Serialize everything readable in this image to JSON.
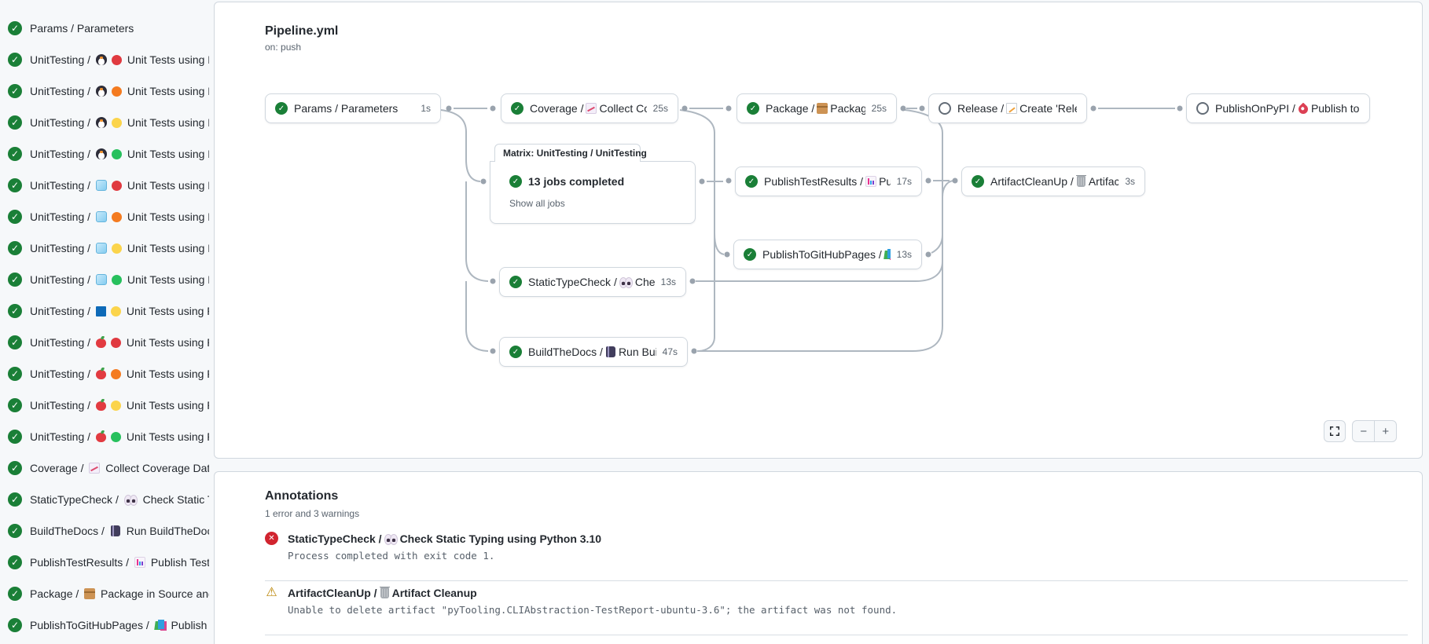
{
  "colors": {
    "success_green": "#1a7f37",
    "error_red": "#d1242f",
    "warning_amber": "#bf8700",
    "border": "#d0d7de",
    "edge_gray": "#aeb7c0",
    "text": "#24292f",
    "muted": "#59636e",
    "card_bg": "#ffffff",
    "page_bg": "#f6f8fa"
  },
  "sidebar": {
    "jobs": [
      {
        "status": "success",
        "pre": "Params / Parameters",
        "icons": [],
        "post": ""
      },
      {
        "status": "success",
        "pre": "UnitTesting /",
        "icons": [
          "penguin",
          "circle-red"
        ],
        "post": "Unit Tests using Pyth..."
      },
      {
        "status": "success",
        "pre": "UnitTesting /",
        "icons": [
          "penguin",
          "circle-orange"
        ],
        "post": "Unit Tests using Pyth..."
      },
      {
        "status": "success",
        "pre": "UnitTesting /",
        "icons": [
          "penguin",
          "circle-yellow"
        ],
        "post": "Unit Tests using Pyth..."
      },
      {
        "status": "success",
        "pre": "UnitTesting /",
        "icons": [
          "penguin",
          "circle-green"
        ],
        "post": "Unit Tests using Pyth..."
      },
      {
        "status": "success",
        "pre": "UnitTesting /",
        "icons": [
          "ice",
          "circle-red"
        ],
        "post": "Unit Tests using Pyth..."
      },
      {
        "status": "success",
        "pre": "UnitTesting /",
        "icons": [
          "ice",
          "circle-orange"
        ],
        "post": "Unit Tests using Pyth..."
      },
      {
        "status": "success",
        "pre": "UnitTesting /",
        "icons": [
          "ice",
          "circle-yellow"
        ],
        "post": "Unit Tests using Pyth..."
      },
      {
        "status": "success",
        "pre": "UnitTesting /",
        "icons": [
          "ice",
          "circle-green"
        ],
        "post": "Unit Tests using Pyth..."
      },
      {
        "status": "success",
        "pre": "UnitTesting /",
        "icons": [
          "windows",
          "circle-yellow"
        ],
        "post": "Unit Tests using Pyth..."
      },
      {
        "status": "success",
        "pre": "UnitTesting /",
        "icons": [
          "apple",
          "circle-red"
        ],
        "post": "Unit Tests using Pyth..."
      },
      {
        "status": "success",
        "pre": "UnitTesting /",
        "icons": [
          "apple",
          "circle-orange"
        ],
        "post": "Unit Tests using Pyth..."
      },
      {
        "status": "success",
        "pre": "UnitTesting /",
        "icons": [
          "apple",
          "circle-yellow"
        ],
        "post": "Unit Tests using Pyth..."
      },
      {
        "status": "success",
        "pre": "UnitTesting /",
        "icons": [
          "apple",
          "circle-green"
        ],
        "post": "Unit Tests using Pyth..."
      },
      {
        "status": "success",
        "pre": "Coverage /",
        "icons": [
          "chart-up"
        ],
        "post": "Collect Coverage Data usi..."
      },
      {
        "status": "success",
        "pre": "StaticTypeCheck /",
        "icons": [
          "eyes"
        ],
        "post": "Check Static Typing..."
      },
      {
        "status": "success",
        "pre": "BuildTheDocs /",
        "icons": [
          "notebook"
        ],
        "post": "Run BuildTheDocs"
      },
      {
        "status": "success",
        "pre": "PublishTestResults /",
        "icons": [
          "barchart"
        ],
        "post": "Publish Test Resu..."
      },
      {
        "status": "success",
        "pre": "Package /",
        "icons": [
          "box"
        ],
        "post": "Package in Source and Wh..."
      },
      {
        "status": "success",
        "pre": "PublishToGitHubPages /",
        "icons": [
          "books"
        ],
        "post": "Publish to G..."
      }
    ]
  },
  "pipeline": {
    "title": "Pipeline.yml",
    "trigger": "on: push",
    "matrix": {
      "tab": "Matrix: UnitTesting / UnitTesting",
      "status": "success",
      "status_text": "13 jobs completed",
      "link": "Show all jobs"
    },
    "nodes": [
      {
        "id": "params",
        "status": "success",
        "pre": "Params / Parameters",
        "icon": null,
        "post": "",
        "duration": "1s"
      },
      {
        "id": "coverage",
        "status": "success",
        "pre": "Coverage /",
        "icon": "chart-up",
        "post": "Collect Cove...",
        "duration": "25s"
      },
      {
        "id": "package",
        "status": "success",
        "pre": "Package /",
        "icon": "box",
        "post": "Package in So...",
        "duration": "25s"
      },
      {
        "id": "release",
        "status": "skipped",
        "pre": "Release /",
        "icon": "memo",
        "post": "Create 'Release P...",
        "duration": ""
      },
      {
        "id": "pypi",
        "status": "skipped",
        "pre": "PublishOnPyPI /",
        "icon": "rocket",
        "post": "Publish to ...",
        "duration": ""
      },
      {
        "id": "ptr",
        "status": "success",
        "pre": "PublishTestResults /",
        "icon": "barchart",
        "post": "Pu...",
        "duration": "17s"
      },
      {
        "id": "acu",
        "status": "success",
        "pre": "ArtifactCleanUp /",
        "icon": "trash",
        "post": "Artifac...",
        "duration": "3s"
      },
      {
        "id": "ptghp",
        "status": "success",
        "pre": "PublishToGitHubPages /",
        "icon": "books",
        "post": "...",
        "duration": "13s"
      },
      {
        "id": "stc",
        "status": "success",
        "pre": "StaticTypeCheck /",
        "icon": "eyes",
        "post": "Chec...",
        "duration": "13s"
      },
      {
        "id": "btd",
        "status": "success",
        "pre": "BuildTheDocs /",
        "icon": "notebook",
        "post": "Run Buil...",
        "duration": "47s"
      }
    ],
    "controls": {
      "zoom_out": "−",
      "zoom_in": "+"
    }
  },
  "annotations": {
    "title": "Annotations",
    "summary": "1 error and 3 warnings",
    "items": [
      {
        "severity": "error",
        "pre": "StaticTypeCheck /",
        "icon": "eyes",
        "post": "Check Static Typing using Python 3.10",
        "message": "Process completed with exit code 1."
      },
      {
        "severity": "warning",
        "pre": "ArtifactCleanUp /",
        "icon": "trash",
        "post": "Artifact Cleanup",
        "message": "Unable to delete artifact \"pyTooling.CLIAbstraction-TestReport-ubuntu-3.6\"; the artifact was not found."
      }
    ]
  }
}
